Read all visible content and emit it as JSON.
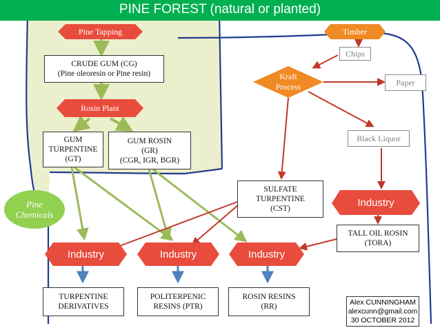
{
  "header": {
    "title": "PINE FOREST (natural or planted)"
  },
  "nodes": {
    "pine_tapping": "Pine Tapping",
    "timber": "Timber",
    "chips": "Chips",
    "crude_gum": "CRUDE GUM (CG)\n(Pine oleoresin or Pine resin)",
    "kraft_process": "Kraft\nProcess",
    "paper": "Paper",
    "rosin_plant": "Rosin Plant",
    "gum_turpentine": "GUM\nTURPENTINE\n(GT)",
    "gum_rosin": "GUM ROSIN\n(GR)\n(CGR, IGR, BGR)",
    "black_liquor": "Black Liquor",
    "sulfate_turpentine": "SULFATE\nTURPENTINE\n(CST)",
    "pine_chemicals": "Pine\nChemicals",
    "industry_right": "Industry",
    "tall_oil_rosin": "TALL OIL ROSIN\n(TORA)",
    "industry_1": "Industry",
    "industry_2": "Industry",
    "industry_3": "Industry",
    "turpentine_derivatives": "TURPENTINE\nDERIVATIVES",
    "politerpenic_resins": "POLITERPENIC\nRESINS (PTR)",
    "rosin_resins": "ROSIN RESINS\n(RR)"
  },
  "signature": {
    "text": "Alex CUNNINGHAM\nalexcunn@gmail.com\n30 OCTOBER 2012"
  },
  "colors": {
    "header": "#00b050",
    "area_fill": "#ecefcd",
    "outline": "#1f3b8f",
    "red_node": "#e84c3d",
    "orange_node": "#f08a24",
    "green_arrow": "#9bbb59",
    "red_arrow": "#c0392b",
    "blue_arrow": "#4f81bd",
    "oval": "#92d050"
  }
}
